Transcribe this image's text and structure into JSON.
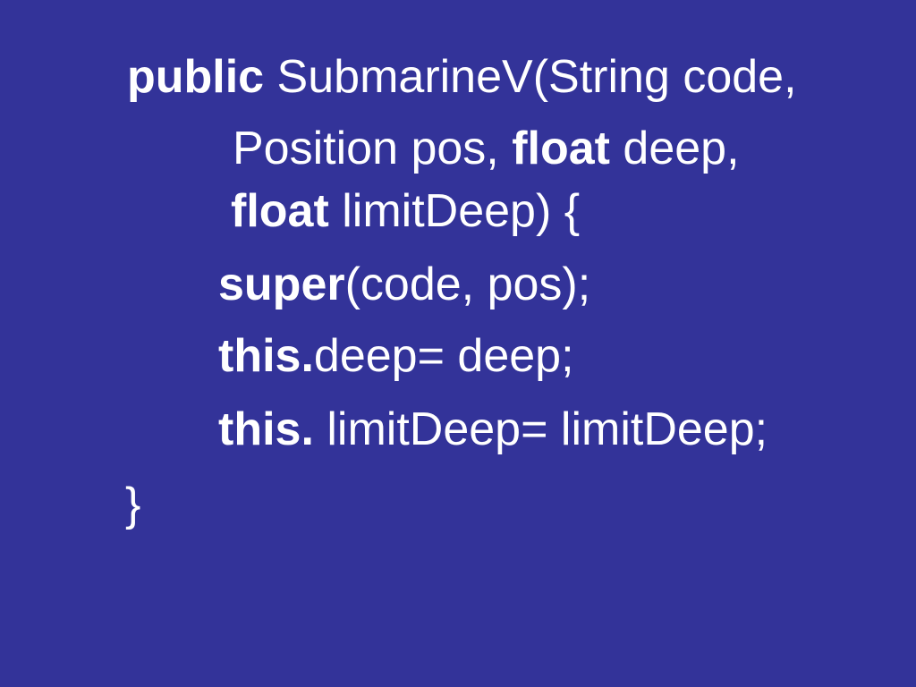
{
  "slide": {
    "background_color": "#333399",
    "text_color": "#ffffff",
    "lines": [
      [
        {
          "text": "public",
          "bold": true
        },
        {
          "text": " SubmarineV(String code,",
          "bold": false
        }
      ],
      [
        {
          "text": "Position pos, ",
          "bold": false
        },
        {
          "text": "float",
          "bold": true
        },
        {
          "text": " deep,",
          "bold": false
        }
      ],
      [
        {
          "text": "float",
          "bold": true
        },
        {
          "text": " limitDeep) {",
          "bold": false
        }
      ],
      [
        {
          "text": "super",
          "bold": true
        },
        {
          "text": "(code, pos);",
          "bold": false
        }
      ],
      [
        {
          "text": "this.",
          "bold": true
        },
        {
          "text": "deep= deep;",
          "bold": false
        }
      ],
      [
        {
          "text": "this.",
          "bold": true
        },
        {
          "text": " limitDeep= limitDeep;",
          "bold": false
        }
      ],
      [
        {
          "text": "}",
          "bold": false
        }
      ]
    ]
  }
}
